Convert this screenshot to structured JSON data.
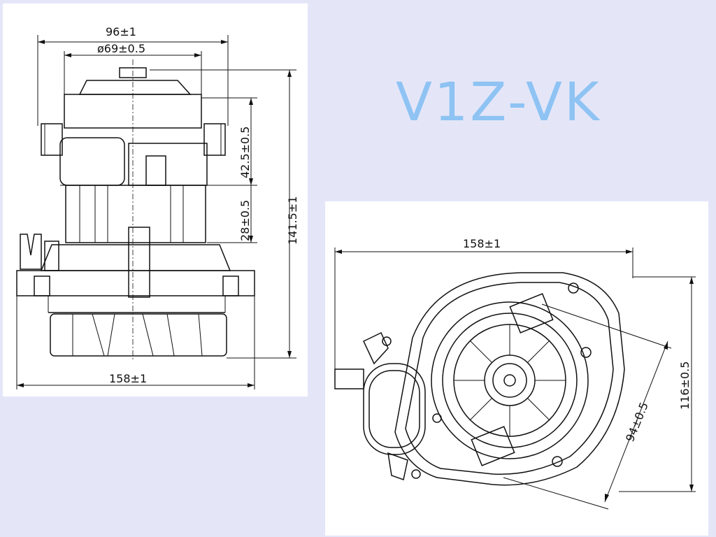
{
  "title": "V1Z-VK",
  "side_view": {
    "dim_top_width": "96±1",
    "dim_diameter": "ø69±0.5",
    "dim_upper_height": "42.5±0.5",
    "dim_mid_height": "28±0.5",
    "dim_total_height": "141.5±1",
    "dim_bottom_width": "158±1"
  },
  "front_view": {
    "dim_width": "158±1",
    "dim_diagonal": "94±0.5",
    "dim_height": "116±0.5"
  }
}
